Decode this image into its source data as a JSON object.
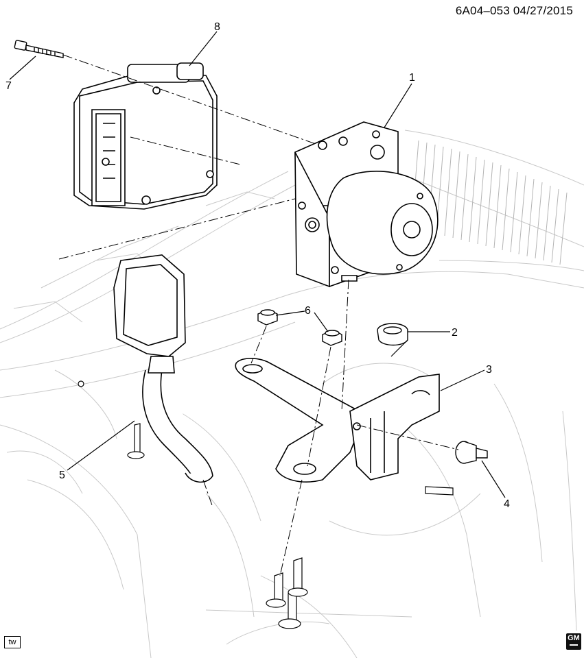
{
  "diagram": {
    "reference": "6A04–053 04/27/2015",
    "callouts": [
      "1",
      "2",
      "3",
      "4",
      "5",
      "6",
      "7",
      "8"
    ],
    "corner_badge": "tw",
    "logo": "GM"
  },
  "icons": {
    "logo": "gm-logo-icon"
  }
}
